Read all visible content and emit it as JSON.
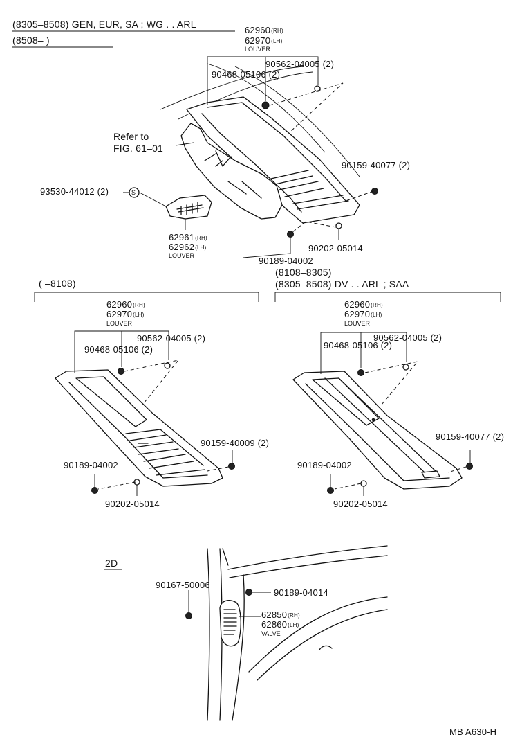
{
  "header": {
    "line1": "(8305–8508) GEN, EUR, SA ; WG . . ARL",
    "line2": "(8508–        )"
  },
  "top": {
    "louver_rh": "62960",
    "louver_lh": "62970",
    "rh": "(RH)",
    "lh": "(LH)",
    "louver": "LOUVER",
    "nut_2": "90562-04005 (2)",
    "screw_2": "90468-05106 (2)",
    "refer": "Refer to",
    "fig": "FIG. 61–01",
    "screw_right": "90159-40077 (2)",
    "screw_left": "93530-44012 (2)",
    "s_symbol": "S",
    "small_louver_rh": "62961",
    "small_louver_lh": "62962",
    "small_louver": "LOUVER",
    "clip": "90202-05014",
    "bolt": "90189-04002"
  },
  "mid_left": {
    "range": "(        –8108)",
    "louver_rh": "62960",
    "louver_lh": "62970",
    "rh": "(RH)",
    "lh": "(LH)",
    "louver": "LOUVER",
    "nut": "90562-04005 (2)",
    "screw": "90468-05106 (2)",
    "screw_right": "90159-40009 (2)",
    "bolt": "90189-04002",
    "clip": "90202-05014"
  },
  "mid_right": {
    "range1": "(8108–8305)",
    "range2": "(8305–8508) DV . . ARL ; SAA",
    "louver_rh": "62960",
    "louver_lh": "62970",
    "rh": "(RH)",
    "lh": "(LH)",
    "louver": "LOUVER",
    "nut": "90562-04005 (2)",
    "screw": "90468-05106 (2)",
    "screw_right": "90159-40077 (2)",
    "bolt": "90189-04002",
    "clip": "90202-05014"
  },
  "bottom": {
    "variant": "2D",
    "screw": "90167-50006",
    "bolt": "90189-04014",
    "valve_rh": "62850",
    "valve_lh": "62860",
    "rh": "(RH)",
    "lh": "(LH)",
    "valve": "VALVE"
  },
  "footer": {
    "code": "MB A630-H"
  }
}
